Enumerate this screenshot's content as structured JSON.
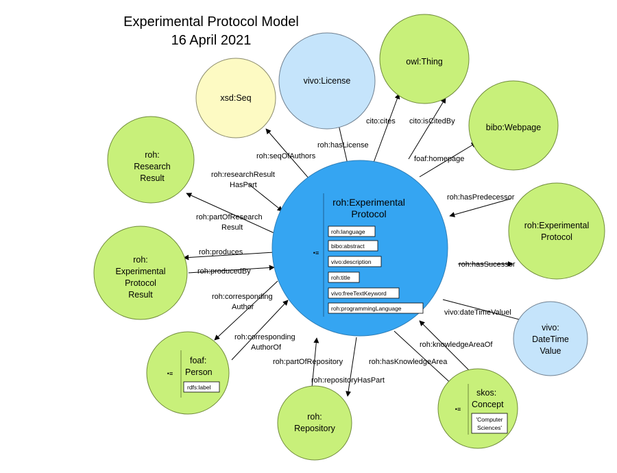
{
  "title": {
    "line1": "Experimental Protocol Model",
    "line2": "16 April 2021"
  },
  "colors": {
    "green_node": "#c8f07a",
    "blue_node": "#c5e4fb",
    "yellow_node": "#fdfac3",
    "center_node": "#35a5f2",
    "node_stroke": "#6f8a3a"
  },
  "center": {
    "title1": "roh:Experimental",
    "title2": "Protocol",
    "props": [
      "roh:language",
      "bibo:abstract",
      "vivo:description",
      "roh:title",
      "vivo:freeTextKeyword",
      "roh:programmingLanguage"
    ]
  },
  "nodes": {
    "xsd_seq": "xsd:Seq",
    "vivo_license": "vivo:License",
    "owl_thing": "owl:Thing",
    "bibo_webpage": "bibo:Webpage",
    "research_result": [
      "roh:",
      "Research",
      "Result"
    ],
    "roh_protocol": [
      "roh:Experimental",
      "Protocol"
    ],
    "protocol_result": [
      "roh:",
      "Experimental",
      "Protocol",
      "Result"
    ],
    "datetime": [
      "vivo:",
      "DateTime",
      "Value"
    ],
    "foaf_person": {
      "title": [
        "foaf:",
        "Person"
      ],
      "prop": "rdfs:label"
    },
    "repository": [
      "roh:",
      "Repository"
    ],
    "skos_concept": {
      "title": [
        "skos:",
        "Concept"
      ],
      "prop": [
        "'Computer",
        "Sciences'"
      ]
    }
  },
  "edges": {
    "seqOfAuthors": "roh:seqOfAuthors",
    "hasLicense": "roh:hasLicense",
    "cites": "cito:cites",
    "isCitedBy": "cito:isCitedBy",
    "homepage": "foaf:homepage",
    "researchResultHasPart": [
      "roh:researchResult",
      "HasPart"
    ],
    "partOfResearchResult": [
      "roh:partOfResearch",
      "Result"
    ],
    "hasPredecessor": "roh:hasPredecessor",
    "hasSucessor": "roh:hasSucessor",
    "produces": "roh:produces",
    "producedBy": "roh:producedBy",
    "correspondingAuthor": [
      "roh:corresponding",
      "Author"
    ],
    "correspondingAuthorOf": [
      "roh:corresponding",
      "AuthorOf"
    ],
    "partOfRepository": "roh:partOfRepository",
    "repositoryHasPart": "roh:repositoryHasPart",
    "hasKnowledgeArea": "roh:hasKnowledgeArea",
    "knowledgeAreaOf": "roh:knowledgeAreaOf",
    "dateTimeValue": "vivo:dateTimeValuel"
  }
}
